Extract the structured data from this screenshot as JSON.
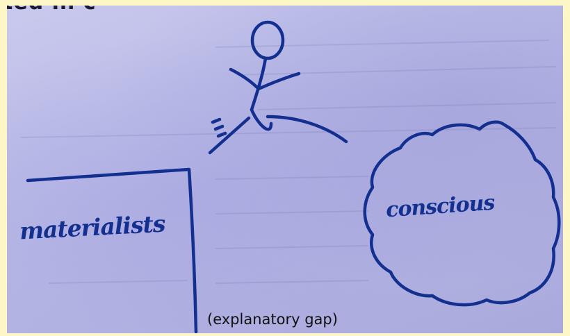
{
  "scene": {
    "top_text": "ted in c",
    "labels": {
      "materialists": "materialists",
      "consciousness": "conscious",
      "caption": "(explanatory gap)"
    },
    "colors": {
      "ink": "#132f8f",
      "paper": "#b9b9e6",
      "border": "#fdf7c8"
    },
    "icons": [
      "stick-figure-icon",
      "cloud-icon",
      "cliff-icon"
    ]
  }
}
